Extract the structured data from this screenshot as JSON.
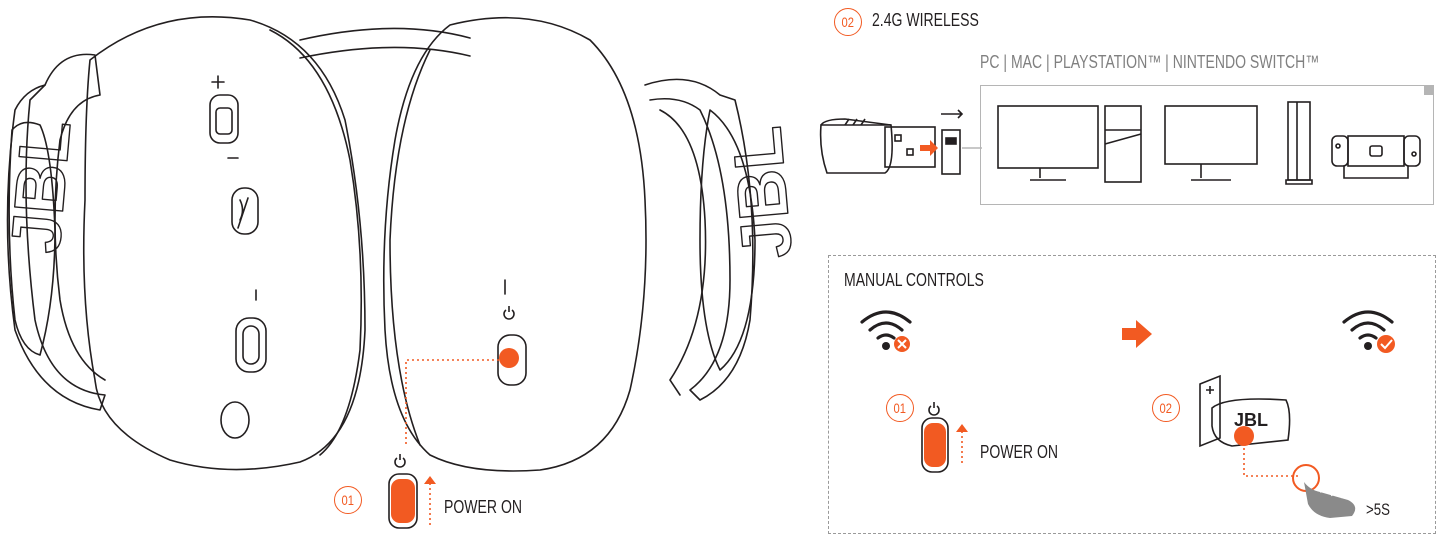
{
  "headset": {
    "step_number": "01",
    "action_label": "POWER ON"
  },
  "wireless": {
    "step_number": "02",
    "title": "2.4G WIRELESS",
    "platforms": "PC | MAC | PLAYSTATION™ | NINTENDO SWITCH™"
  },
  "manual": {
    "title": "MANUAL CONTROLS",
    "step1_number": "01",
    "step1_label": "POWER ON",
    "step2_number": "02",
    "hold_time": ">5S",
    "dongle_logo": "JBL"
  },
  "colors": {
    "accent": "#f25a22",
    "line": "#231f20",
    "frame": "#b5b5b5"
  }
}
